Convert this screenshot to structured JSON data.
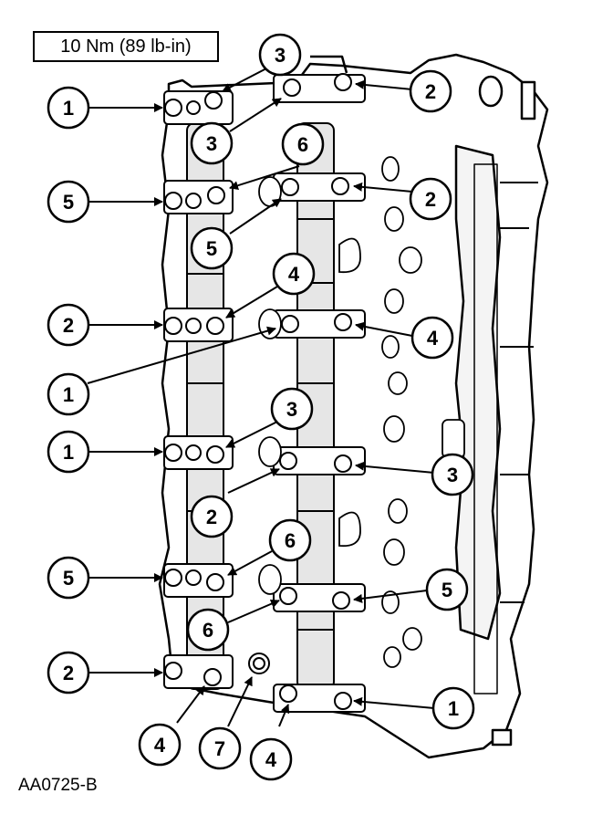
{
  "torque_spec": "10 Nm (89 lb-in)",
  "figure_id": "AA0725-B",
  "colors": {
    "line": "#000000",
    "paper": "#ffffff",
    "casting_shade": "#e6e6e6"
  },
  "callouts": [
    {
      "label": "1"
    },
    {
      "label": "5"
    },
    {
      "label": "2"
    },
    {
      "label": "1"
    },
    {
      "label": "1"
    },
    {
      "label": "5"
    },
    {
      "label": "2"
    },
    {
      "label": "3"
    },
    {
      "label": "3"
    },
    {
      "label": "6"
    },
    {
      "label": "5"
    },
    {
      "label": "4"
    },
    {
      "label": "3"
    },
    {
      "label": "2"
    },
    {
      "label": "6"
    },
    {
      "label": "6"
    },
    {
      "label": "4"
    },
    {
      "label": "7"
    },
    {
      "label": "4"
    },
    {
      "label": "2"
    },
    {
      "label": "2"
    },
    {
      "label": "4"
    },
    {
      "label": "3"
    },
    {
      "label": "5"
    },
    {
      "label": "1"
    }
  ]
}
